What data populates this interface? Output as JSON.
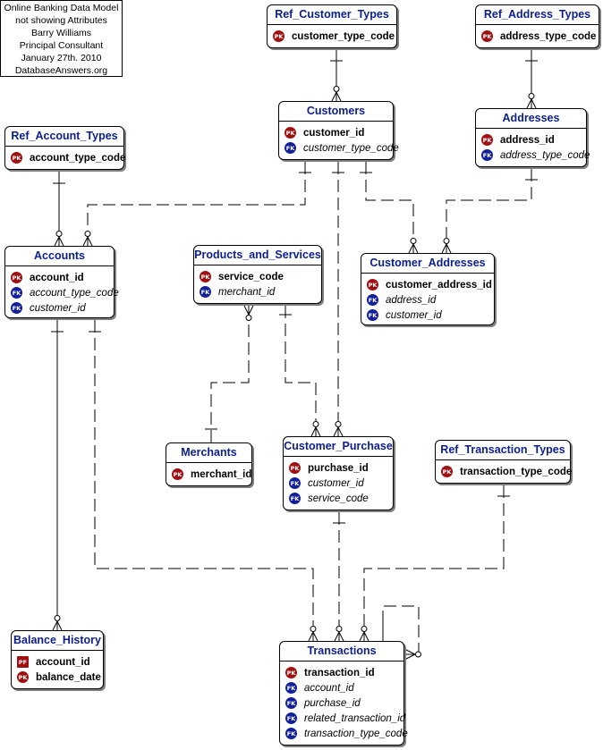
{
  "note": {
    "lines": [
      "Online Banking Data Model",
      "not showing Attributes",
      "Barry Williams",
      "Principal Consultant",
      "January 27th. 2010",
      "DatabaseAnswers.org"
    ]
  },
  "entities": {
    "ref_customer_types": {
      "title": "Ref_Customer_Types",
      "attrs": [
        {
          "key": "PK",
          "name": "customer_type_code"
        }
      ]
    },
    "ref_address_types": {
      "title": "Ref_Address_Types",
      "attrs": [
        {
          "key": "PK",
          "name": "address_type_code"
        }
      ]
    },
    "customers": {
      "title": "Customers",
      "attrs": [
        {
          "key": "PK",
          "name": "customer_id"
        },
        {
          "key": "FK",
          "name": "customer_type_code"
        }
      ]
    },
    "addresses": {
      "title": "Addresses",
      "attrs": [
        {
          "key": "PK",
          "name": "address_id"
        },
        {
          "key": "FK",
          "name": "address_type_code"
        }
      ]
    },
    "ref_account_types": {
      "title": "Ref_Account_Types",
      "attrs": [
        {
          "key": "PK",
          "name": "account_type_code"
        }
      ]
    },
    "accounts": {
      "title": "Accounts",
      "attrs": [
        {
          "key": "PK",
          "name": "account_id"
        },
        {
          "key": "FK",
          "name": "account_type_code"
        },
        {
          "key": "FK",
          "name": "customer_id"
        }
      ]
    },
    "products_and_services": {
      "title": "Products_and_Services",
      "attrs": [
        {
          "key": "PK",
          "name": "service_code"
        },
        {
          "key": "FK",
          "name": "merchant_id"
        }
      ]
    },
    "customer_addresses": {
      "title": "Customer_Addresses",
      "attrs": [
        {
          "key": "PK",
          "name": "customer_address_id"
        },
        {
          "key": "FK",
          "name": "address_id"
        },
        {
          "key": "FK",
          "name": "customer_id"
        }
      ]
    },
    "merchants": {
      "title": "Merchants",
      "attrs": [
        {
          "key": "PK",
          "name": "merchant_id"
        }
      ]
    },
    "customer_purchase": {
      "title": "Customer_Purchase",
      "attrs": [
        {
          "key": "PK",
          "name": "purchase_id"
        },
        {
          "key": "FK",
          "name": "customer_id"
        },
        {
          "key": "FK",
          "name": "service_code"
        }
      ]
    },
    "ref_transaction_types": {
      "title": "Ref_Transaction_Types",
      "attrs": [
        {
          "key": "PK",
          "name": "transaction_type_code"
        }
      ]
    },
    "balance_history": {
      "title": "Balance_History",
      "attrs": [
        {
          "key": "PF",
          "name": "account_id"
        },
        {
          "key": "PK",
          "name": "balance_date"
        }
      ]
    },
    "transactions": {
      "title": "Transactions",
      "attrs": [
        {
          "key": "PK",
          "name": "transaction_id"
        },
        {
          "key": "FK",
          "name": "account_id"
        },
        {
          "key": "FK",
          "name": "purchase_id"
        },
        {
          "key": "FK",
          "name": "related_transaction_id"
        },
        {
          "key": "FK",
          "name": "transaction_type_code"
        }
      ]
    }
  },
  "colors": {
    "title": "#0b1f8c",
    "pk": "#a01010",
    "fk": "#12219a"
  }
}
